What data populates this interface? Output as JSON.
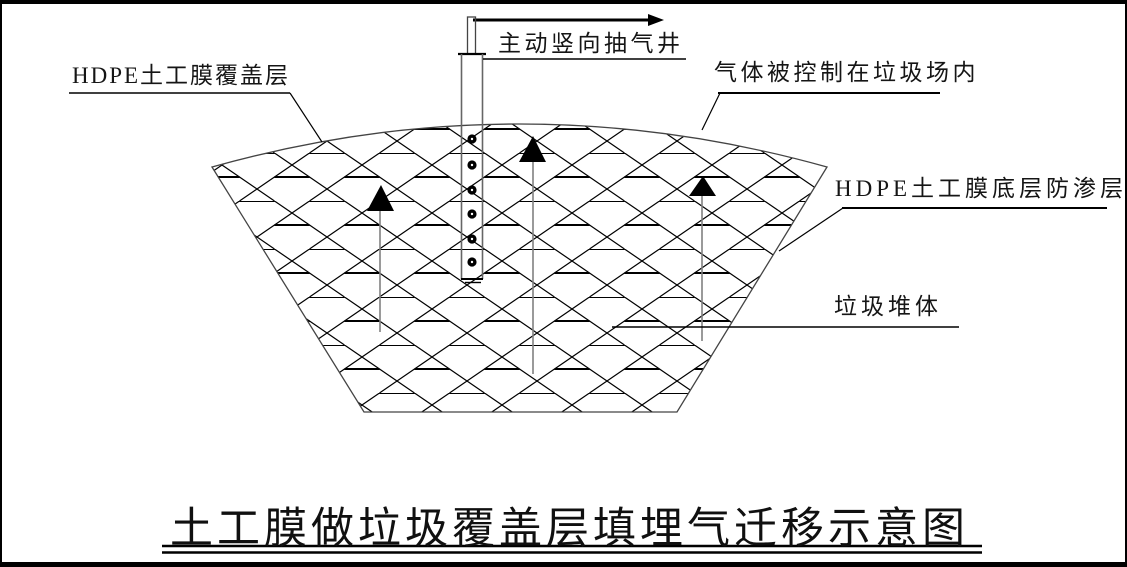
{
  "title": "土工膜做垃圾覆盖层填埋气迁移示意图",
  "labels": {
    "cover": "HDPE土工膜覆盖层",
    "well": "主动竖向抽气井",
    "gas_contained": "气体被控制在垃圾场内",
    "liner": "HDPE土工膜底层防渗层",
    "waste_body": "垃圾堆体"
  },
  "well": {
    "perforation_count": 6,
    "perforation_ys": [
      135,
      161,
      186,
      210,
      235,
      258
    ]
  },
  "flow_arrow_count": 3,
  "colors": {
    "ink": "#000000",
    "outline": "#444444",
    "casing": "#666666",
    "stem": "#808080",
    "background": "#ffffff"
  }
}
